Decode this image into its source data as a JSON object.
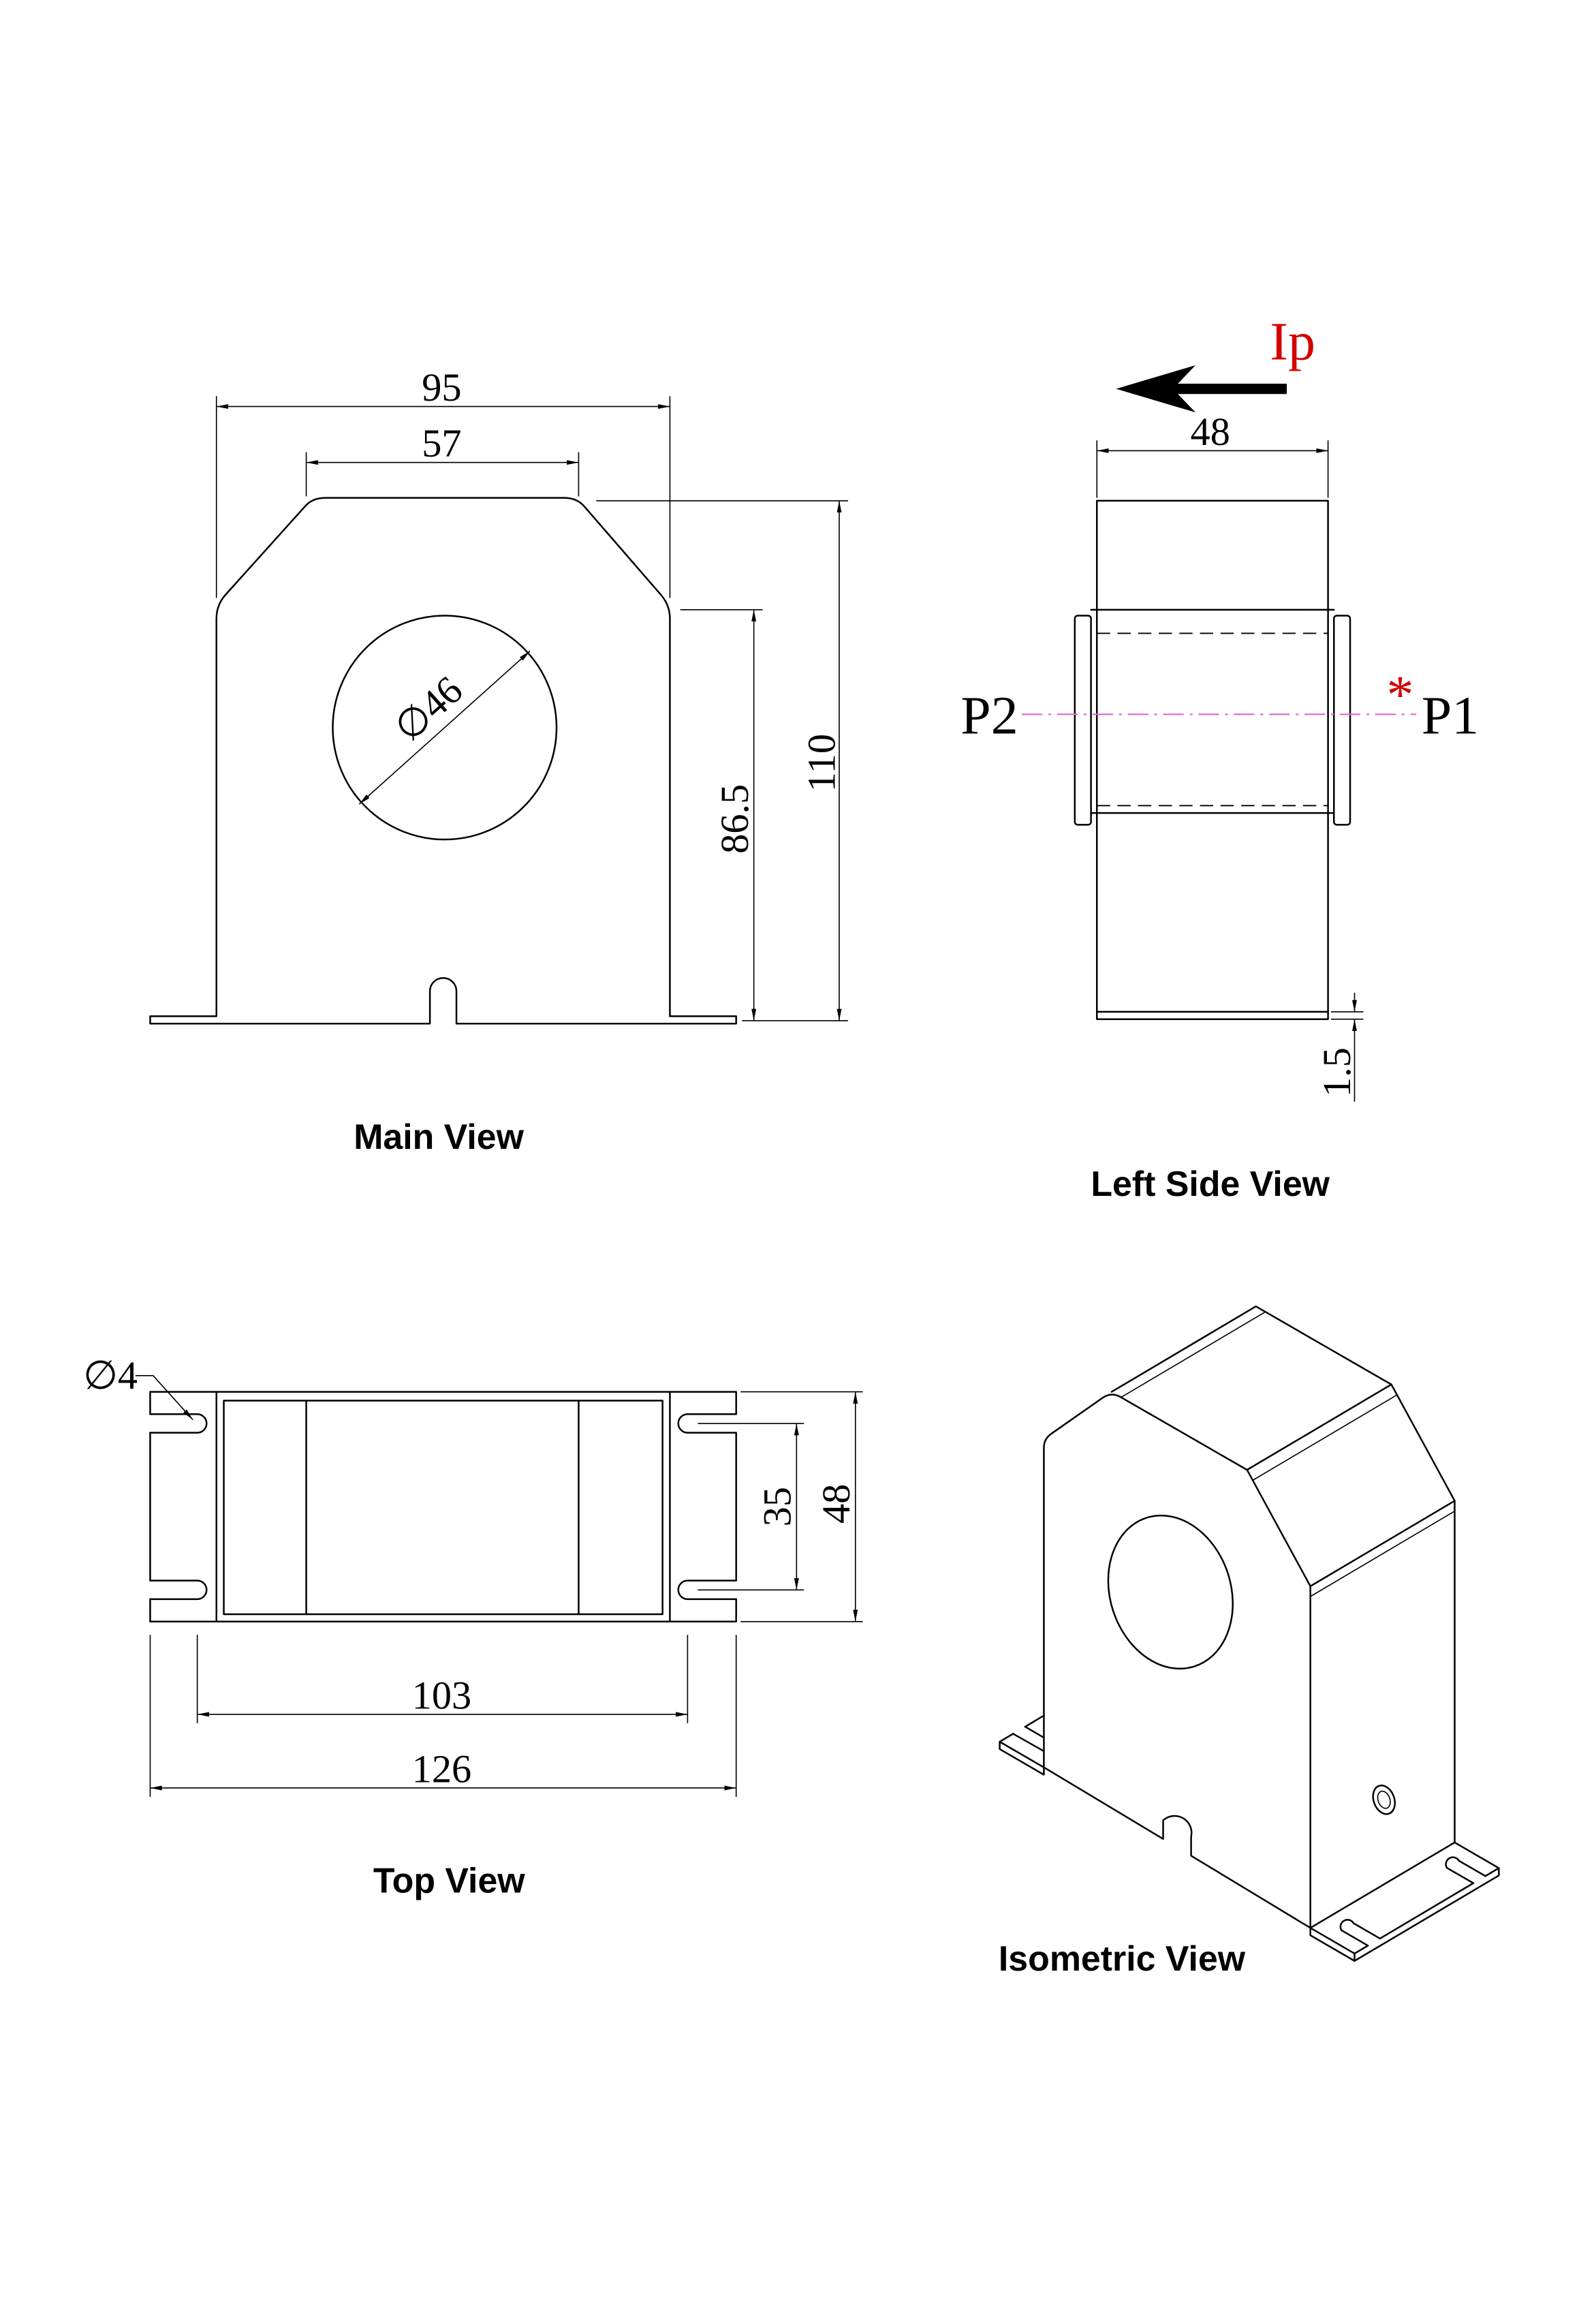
{
  "main_view": {
    "label": "Main View",
    "width_overall": "95",
    "width_top": "57",
    "hole_diameter": "∅46",
    "hole_height": "86.5",
    "height_overall": "110"
  },
  "left_side_view": {
    "label": "Left Side View",
    "current_label": "Ip",
    "width": "48",
    "terminal_p2": "P2",
    "terminal_p1": "P1",
    "polarity_mark": "*",
    "base_thickness": "1.5"
  },
  "top_view": {
    "label": "Top View",
    "slot_diameter": "∅4",
    "slot_spacing": "35",
    "depth": "48",
    "mounting_pitch": "103",
    "base_length": "126"
  },
  "isometric_view": {
    "label": "Isometric View"
  },
  "colors": {
    "line": "#000000",
    "accent": "#d40000",
    "centerline": "#e066c8",
    "background": "#ffffff"
  }
}
